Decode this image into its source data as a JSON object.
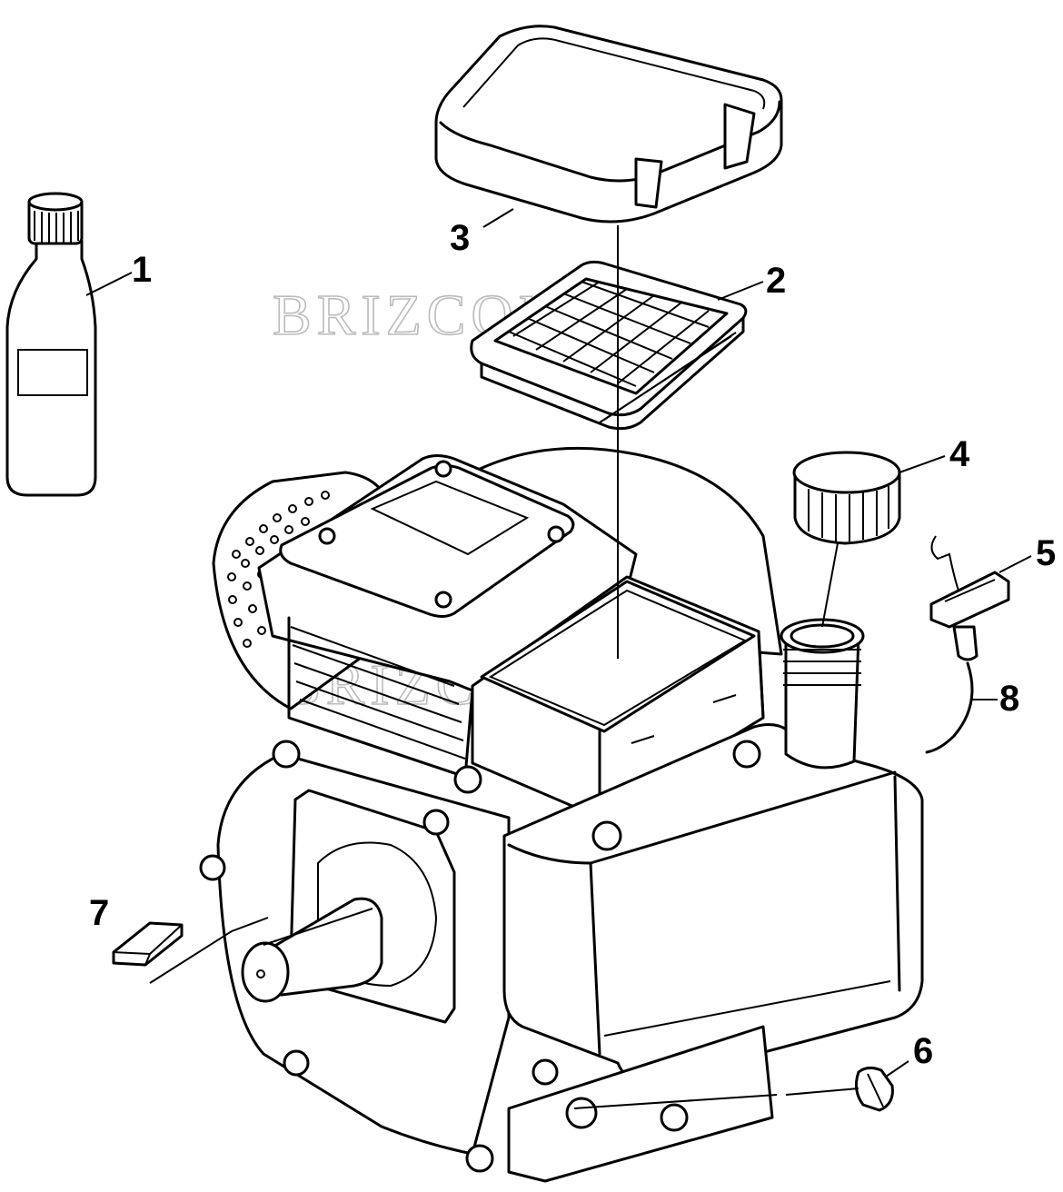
{
  "callouts": [
    {
      "number": "1",
      "part": "oil-bottle"
    },
    {
      "number": "2",
      "part": "air-filter-element"
    },
    {
      "number": "3",
      "part": "air-filter-cover"
    },
    {
      "number": "4",
      "part": "fuel-tank-cap"
    },
    {
      "number": "5",
      "part": "spark-plug-cap"
    },
    {
      "number": "6",
      "part": "oil-drain-plug"
    },
    {
      "number": "7",
      "part": "shaft-key"
    },
    {
      "number": "8",
      "part": "ignition-wire"
    }
  ],
  "watermarks": [
    "BRIZCOM.RU",
    "BRIZCOM.RU"
  ]
}
